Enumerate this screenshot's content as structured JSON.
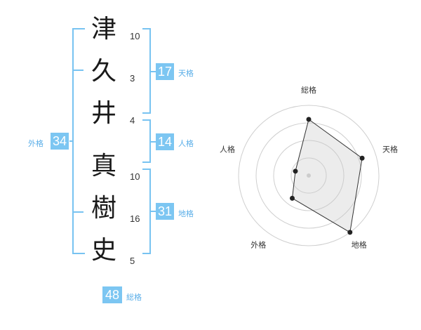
{
  "name": {
    "characters": [
      {
        "char": "津",
        "strokes": "10"
      },
      {
        "char": "久",
        "strokes": "3"
      },
      {
        "char": "井",
        "strokes": "4"
      },
      {
        "char": "真",
        "strokes": "10"
      },
      {
        "char": "樹",
        "strokes": "16"
      },
      {
        "char": "史",
        "strokes": "5"
      }
    ]
  },
  "fortunes": {
    "tenkaku": {
      "value": "17",
      "label": "天格"
    },
    "jinkaku": {
      "value": "14",
      "label": "人格"
    },
    "chikaku": {
      "value": "31",
      "label": "地格"
    },
    "gaikaku": {
      "value": "34",
      "label": "外格"
    },
    "soukaku": {
      "value": "48",
      "label": "総格"
    }
  },
  "chart_data": {
    "type": "radar",
    "axes": [
      "総格",
      "天格",
      "地格",
      "外格",
      "人格"
    ],
    "values": [
      4,
      4,
      5,
      2,
      1
    ],
    "max": 5,
    "rings": 4
  },
  "colors": {
    "accent": "#78c3f1",
    "badge": "#7cc6f2"
  }
}
